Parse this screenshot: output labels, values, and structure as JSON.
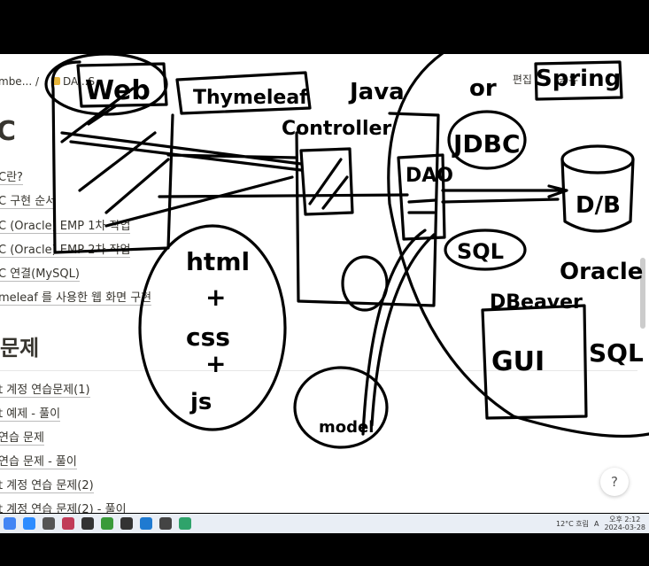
{
  "topbar": {
    "breadcrumb_1": "mbe...",
    "breadcrumb_sep": "/",
    "breadcrumb_2": "DA...S",
    "share_label": "공유",
    "edit_label": "편집"
  },
  "page": {
    "title": "C",
    "toc": [
      "C란?",
      "C 구현 순서",
      "C (Oracle) EMP 1차 작업",
      "C (Oracle) EMP 2차 작업",
      "C 연결(MySQL)",
      "meleaf 를 사용한 웹 화면 구현"
    ],
    "section_title": "문제",
    "problems": [
      "t 계정 연습문제(1)",
      "t 예제 - 풀이",
      "연습 문제",
      "연습 문제 - 풀이",
      "t 계정 연습 문제(2)",
      "t 계정 연습 문제(2) - 풀이"
    ],
    "help_label": "?"
  },
  "handwriting": {
    "web": "Web",
    "thymeleaf": "Thymeleaf",
    "java": "Java",
    "or": "or",
    "spring": "Spring",
    "controller": "Controller",
    "jdbc": "JDBC",
    "dao": "DAO",
    "db": "D/B",
    "sql": "SQL",
    "oracle": "Oracle",
    "dbeaver": "DBeaver",
    "gui": "GUI",
    "sql2": "SQL",
    "html": "html",
    "plus1": "+",
    "css": "css",
    "plus2": "+",
    "js": "js",
    "model": "model"
  },
  "taskbar": {
    "weather": "12°C 흐림",
    "ime": "A",
    "time": "오후 2:12",
    "date": "2024-03-28"
  }
}
